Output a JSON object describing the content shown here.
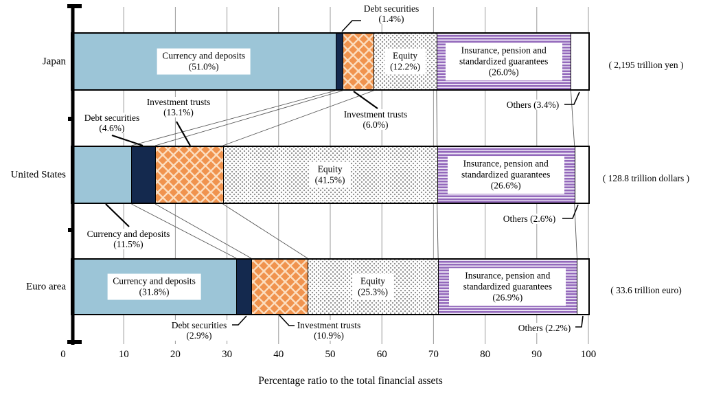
{
  "chart_data": {
    "type": "bar",
    "orientation": "horizontal",
    "stacked": true,
    "grid": true,
    "xlabel": "Percentage ratio to the total financial assets",
    "xlim": [
      0,
      100
    ],
    "xticks": [
      0,
      10,
      20,
      30,
      40,
      50,
      60,
      70,
      80,
      90,
      100
    ],
    "categories": [
      "Currency and deposits",
      "Debt securities",
      "Investment trusts",
      "Equity",
      "Insurance, pension and standardized guarantees",
      "Others"
    ],
    "series_colors": {
      "Currency and deposits": "#9CC5D7",
      "Debt securities": "#14294E",
      "Investment trusts": "#F0934E",
      "Equity": "#FFFFFF",
      "Insurance, pension and standardized guarantees": "#9368BB",
      "Others": "#FFFFFF"
    },
    "patterns": {
      "Currency and deposits": "solid",
      "Debt securities": "solid",
      "Investment trusts": "diagonal-crosshatch",
      "Equity": "dots",
      "Insurance, pension and standardized guarantees": "horizontal-stripes",
      "Others": "solid"
    },
    "rows": [
      {
        "label": "Japan",
        "total": "( 2,195 trillion yen )",
        "values": [
          51.0,
          1.4,
          6.0,
          12.2,
          26.0,
          3.4
        ]
      },
      {
        "label": "United States",
        "total": "( 128.8 trillion dollars )",
        "values": [
          11.5,
          4.6,
          13.1,
          41.5,
          26.6,
          2.6
        ]
      },
      {
        "label": "Euro area",
        "total": "( 33.6 trillion euro)",
        "values": [
          31.8,
          2.9,
          10.9,
          25.3,
          26.9,
          2.2
        ]
      }
    ]
  }
}
